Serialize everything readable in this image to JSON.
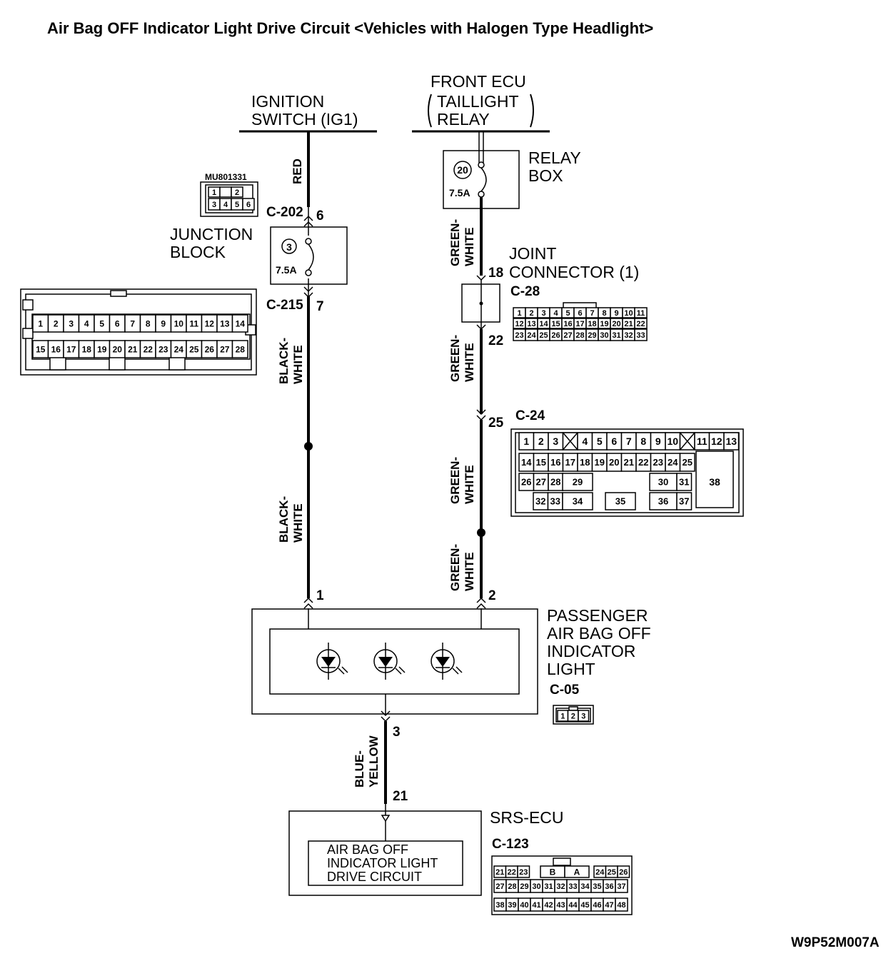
{
  "title": "Air Bag OFF Indicator Light Drive Circuit <Vehicles with Halogen Type Headlight>",
  "diagram_id": "W9P52M007A",
  "sources": {
    "ignition": [
      "IGNITION",
      "SWITCH (IG1)"
    ],
    "front_ecu": [
      "FRONT ECU",
      "TAILLIGHT",
      "RELAY"
    ]
  },
  "relay_box": {
    "label": [
      "RELAY",
      "BOX"
    ],
    "fuse_no": "20",
    "rating": "7.5A"
  },
  "junction_block": {
    "label": [
      "JUNCTION",
      "BLOCK"
    ],
    "fuse_no": "3",
    "rating": "7.5A",
    "part_no": "MU801331"
  },
  "joint_connector": {
    "label": [
      "JOINT",
      "CONNECTOR (1)"
    ]
  },
  "connectors": {
    "c202": {
      "id": "C-202",
      "pin": "6"
    },
    "c215": {
      "id": "C-215",
      "pin": "7"
    },
    "c28": {
      "id": "C-28",
      "pin_in": "18",
      "pin_out": "22"
    },
    "c24": {
      "id": "C-24",
      "pin": "25"
    },
    "c05": {
      "id": "C-05",
      "pin1": "1",
      "pin2": "2",
      "pin3": "3"
    },
    "c123": {
      "id": "C-123",
      "pin": "21"
    }
  },
  "wires": {
    "red": "RED",
    "black_white": [
      "BLACK-",
      "WHITE"
    ],
    "green_white": [
      "GREEN-",
      "WHITE"
    ],
    "blue_yellow": [
      "BLUE-",
      "YELLOW"
    ]
  },
  "indicator": {
    "label": [
      "PASSENGER",
      "AIR BAG OFF",
      "INDICATOR",
      "LIGHT"
    ]
  },
  "srs_ecu": {
    "label": "SRS-ECU",
    "circuit": [
      "AIR BAG OFF",
      "INDICATOR LIGHT",
      "DRIVE CIRCUIT"
    ]
  },
  "pinouts": {
    "mu801331": {
      "row1": [
        "1",
        "",
        "2"
      ],
      "row2": [
        "3",
        "4",
        "5",
        "6"
      ]
    },
    "c215_row1": [
      "1",
      "2",
      "3",
      "4",
      "5",
      "6",
      "7",
      "8",
      "9",
      "10",
      "11",
      "12",
      "13",
      "14"
    ],
    "c215_row2": [
      "15",
      "16",
      "17",
      "18",
      "19",
      "20",
      "21",
      "22",
      "23",
      "24",
      "25",
      "26",
      "27",
      "28"
    ],
    "c28_row1": [
      "1",
      "2",
      "3",
      "4",
      "5",
      "6",
      "7",
      "8",
      "9",
      "10",
      "11"
    ],
    "c28_row2": [
      "12",
      "13",
      "14",
      "15",
      "16",
      "17",
      "18",
      "19",
      "20",
      "21",
      "22"
    ],
    "c28_row3": [
      "23",
      "24",
      "25",
      "26",
      "27",
      "28",
      "29",
      "30",
      "31",
      "32",
      "33"
    ],
    "c24_row1": [
      "1",
      "2",
      "3",
      "",
      "4",
      "5",
      "6",
      "7",
      "8",
      "9",
      "10",
      "",
      "11",
      "12",
      "13"
    ],
    "c24_row2": [
      "14",
      "15",
      "16",
      "17",
      "18",
      "19",
      "20",
      "21",
      "22",
      "23",
      "24",
      "25"
    ],
    "c24_row3": [
      "26",
      "27",
      "28",
      "29",
      "30",
      "31"
    ],
    "c24_row4": [
      "32",
      "33",
      "34",
      "35",
      "36",
      "37"
    ],
    "c24_big": "38",
    "c05": [
      "1",
      "2",
      "3"
    ],
    "c123_row1": [
      "21",
      "22",
      "23",
      "B",
      "A",
      "24",
      "25",
      "26"
    ],
    "c123_row2": [
      "27",
      "28",
      "29",
      "30",
      "31",
      "32",
      "33",
      "34",
      "35",
      "36",
      "37"
    ],
    "c123_row3": [
      "38",
      "39",
      "40",
      "41",
      "42",
      "43",
      "44",
      "45",
      "46",
      "47",
      "48"
    ]
  }
}
